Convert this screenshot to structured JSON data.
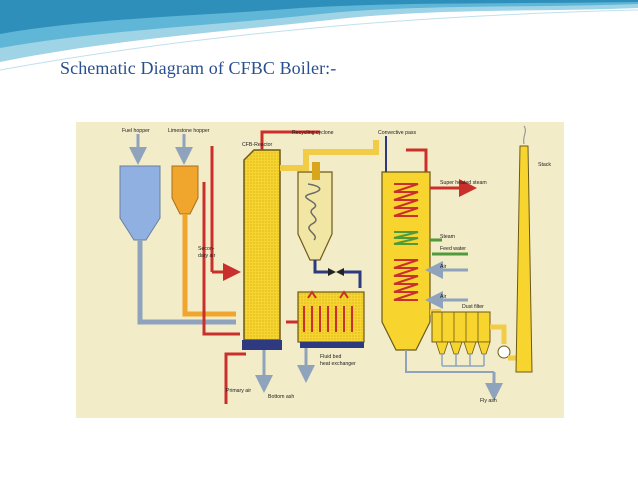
{
  "slide": {
    "title": "Schematic Diagram of CFBC Boiler:-"
  },
  "diagram": {
    "labels": {
      "fuel_hopper": "Fuel hopper",
      "limestone_hopper": "Limestone hopper",
      "cfb_reactor": "CFB-Reactor",
      "recycling_cyclone": "Recycling cyclone",
      "convective_pass": "Convective pass",
      "stack": "Stack",
      "superheated_steam": "Super heated steam",
      "steam": "Steam",
      "feed_water": "Feed water",
      "air_upper": "Air",
      "air_lower": "Air",
      "dust_filter": "Dust filter",
      "secondary_air_1": "Secon-",
      "secondary_air_2": "dary air",
      "fluid_bed_1": "Fluid bed",
      "fluid_bed_2": "heat exchanger",
      "primary_air": "Primary air",
      "bottom_ash": "Bottom ash",
      "fly_ash": "Fly ash"
    },
    "colors": {
      "background": "#f3ecc9",
      "yellow": "#f7d42e",
      "gas": "#f2cc46",
      "red": "#c9302c",
      "blue": "#7aa5dc",
      "grey_blue": "#8fa3bd",
      "green": "#4f9a3a",
      "limestone": "#f0a52c"
    }
  }
}
